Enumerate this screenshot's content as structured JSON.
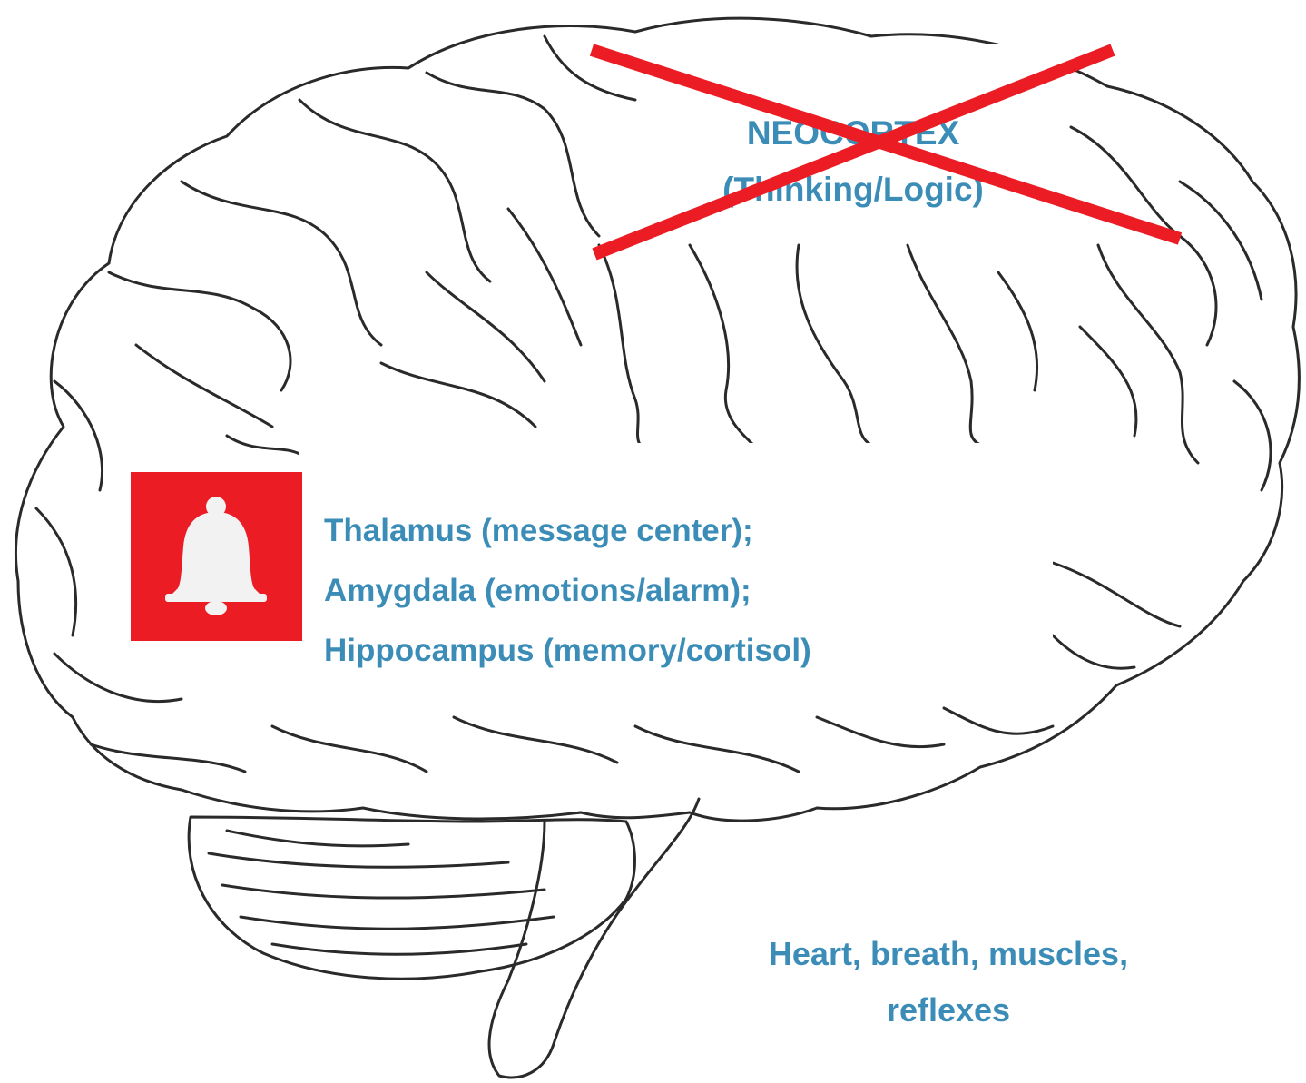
{
  "labels": {
    "neocortex_line1": "NEOCORTEX",
    "neocortex_line2": "(Thinking/Logic)",
    "limbic_line1": "Thalamus (message center);",
    "limbic_line2": "Amygdala (emotions/alarm);",
    "limbic_line3": "Hippocampus (memory/cortisol)",
    "brainstem_line1": "Heart, breath, muscles,",
    "brainstem_line2": "reflexes"
  },
  "icons": {
    "alarm": "bell-icon",
    "crossed_out": "red-x-mark"
  },
  "colors": {
    "label_text": "#3b8db8",
    "cross": "#ec1c24",
    "alarm_background": "#ec1c24",
    "bell": "#f2f2f2",
    "brain_outline": "#2a2a2a"
  }
}
